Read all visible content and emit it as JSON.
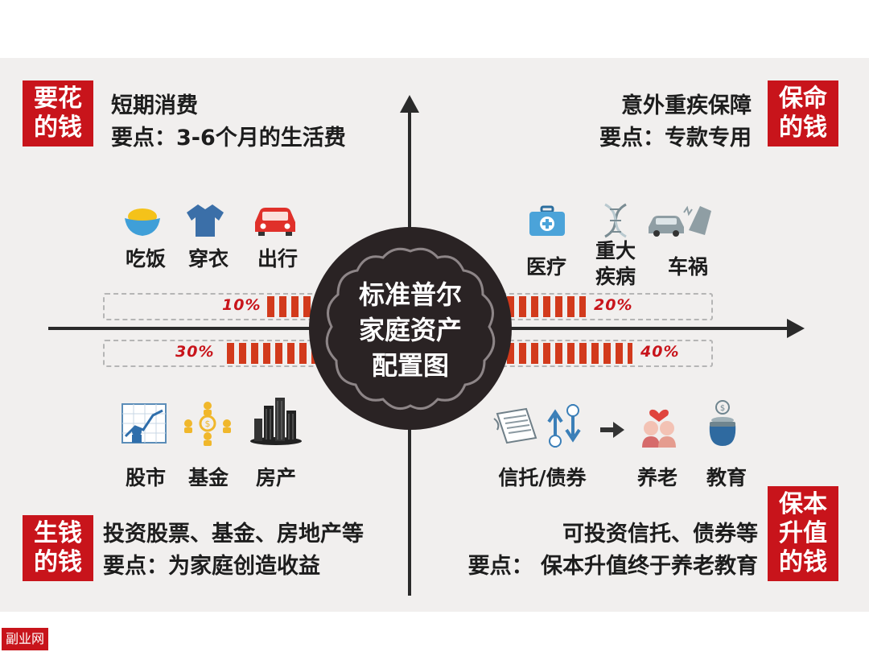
{
  "center": {
    "line1": "标准普尔",
    "line2": "家庭资产",
    "line3": "配置图"
  },
  "quadrants": {
    "top_left": {
      "tag1": "要花",
      "tag2": "的钱",
      "line1": "短期消费",
      "line2": "要点：3-6个月的生活费",
      "percent": "10%",
      "items": [
        "吃饭",
        "穿衣",
        "出行"
      ]
    },
    "top_right": {
      "tag1": "保命",
      "tag2": "的钱",
      "line1": "意外重疾保障",
      "line2": "要点：专款专用",
      "percent": "20%",
      "items": [
        "医疗",
        "重大疾病",
        "车祸"
      ]
    },
    "bottom_left": {
      "tag1": "生钱",
      "tag2": "的钱",
      "line1": "投资股票、基金、房地产等",
      "line2": "要点：为家庭创造收益",
      "percent": "30%",
      "items": [
        "股市",
        "基金",
        "房产"
      ]
    },
    "bottom_right": {
      "tag1": "保本",
      "tag2": "升值",
      "tag3": "的钱",
      "line1": "可投资信托、债券等",
      "line2": "要点： 保本升值终于养老教育",
      "percent": "40%",
      "items": [
        "信托/债券",
        "养老",
        "教育"
      ]
    }
  },
  "labels": {
    "major_illness_1": "重大",
    "major_illness_2": "疾病"
  },
  "watermark": "副业网",
  "colors": {
    "accent": "#c8141b",
    "cloud": "#2a2324",
    "hatch": "#d23a1c"
  },
  "icons": [
    "rice-bowl-icon",
    "tshirt-icon",
    "car-icon",
    "first-aid-kit-icon",
    "dna-icon",
    "car-crash-icon",
    "stock-chart-icon",
    "fund-network-icon",
    "buildings-icon",
    "contract-icon",
    "exchange-arrows-icon",
    "arrow-right-icon",
    "elderly-couple-icon",
    "money-pot-icon"
  ]
}
